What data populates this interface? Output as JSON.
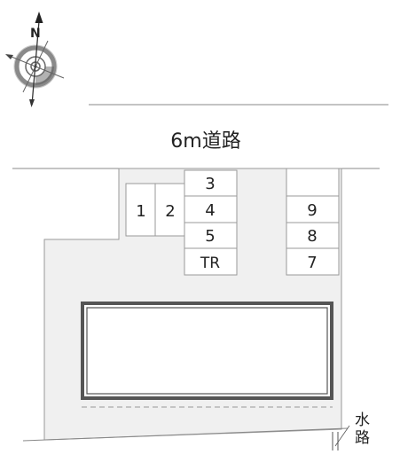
{
  "compass": {
    "north_label": "N",
    "icon": "compass-rose-icon"
  },
  "road": {
    "label": "6m道路"
  },
  "parking": {
    "left_pair": [
      "1",
      "2"
    ],
    "center_column": [
      "3",
      "4",
      "5",
      "TR"
    ],
    "right_column": [
      "",
      "9",
      "8",
      "7"
    ]
  },
  "waterway": {
    "line1": "水",
    "line2": "路"
  },
  "colors": {
    "lot_fill": "#f0f0f0",
    "space_fill": "#ffffff",
    "outline": "#999999",
    "building_border": "#555555",
    "text": "#222222"
  }
}
